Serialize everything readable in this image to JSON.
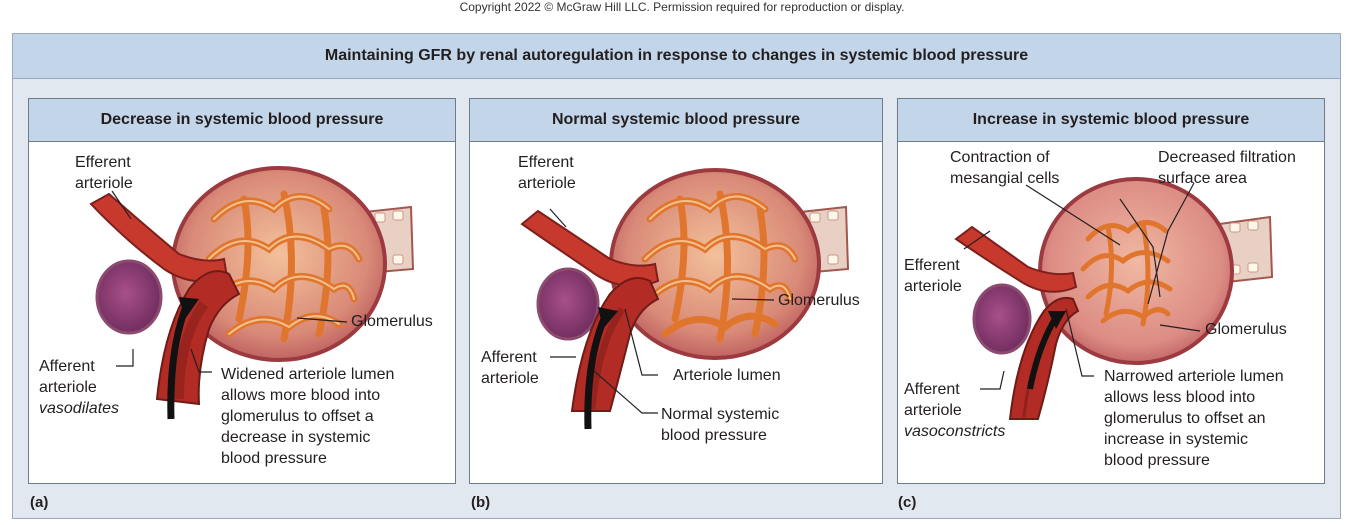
{
  "copyright": "Copyright 2022 © McGraw Hill LLC. Permission required for reproduction or display.",
  "title": "Maintaining GFR by renal autoregulation in response to changes in systemic blood pressure",
  "panels": [
    {
      "letter": "(a)",
      "title": "Decrease in systemic blood pressure",
      "efferent": [
        "Efferent",
        "arteriole"
      ],
      "glomerulus": "Glomerulus",
      "afferent": [
        "Afferent",
        "arteriole",
        "vasodilates"
      ],
      "lumen": [
        "Widened arteriole lumen",
        "allows more blood into",
        "glomerulus to offset a",
        "decrease in systemic",
        "blood pressure"
      ]
    },
    {
      "letter": "(b)",
      "title": "Normal systemic blood pressure",
      "efferent": [
        "Efferent",
        "arteriole"
      ],
      "glomerulus": "Glomerulus",
      "afferent": [
        "Afferent",
        "arteriole"
      ],
      "lumen": [
        "Arteriole lumen"
      ],
      "pressure": [
        "Normal systemic",
        "blood pressure"
      ]
    },
    {
      "letter": "(c)",
      "title": "Increase in systemic blood pressure",
      "mesangial": [
        "Contraction of",
        "mesangial cells"
      ],
      "surface": [
        "Decreased filtration",
        "surface area"
      ],
      "efferent": [
        "Efferent",
        "arteriole"
      ],
      "glomerulus": "Glomerulus",
      "afferent": [
        "Afferent",
        "arteriole",
        "vasoconstricts"
      ],
      "lumen": [
        "Narrowed arteriole lumen",
        "allows less blood into",
        "glomerulus to offset an",
        "increase in systemic",
        "blood pressure"
      ]
    }
  ],
  "colors": {
    "header_fill": "#c3d5e8",
    "outer_fill": "#e1e8f0",
    "capsule": "#c4686a",
    "capillary": "#e8843a",
    "vessel": "#b8322a"
  }
}
